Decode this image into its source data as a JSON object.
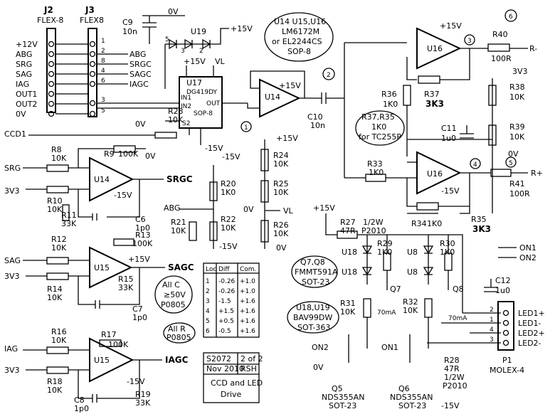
{
  "connectors": {
    "j2": "J2",
    "j2_type": "FLEX-8",
    "j3": "J3",
    "j3_type": "FLEX8",
    "j2_pins": [
      "+12V",
      "ABG",
      "SRG",
      "SAG",
      "IAG",
      "OUT1",
      "OUT2",
      "0V"
    ],
    "j3_pins": [
      "1",
      "2",
      "8",
      "4",
      "6",
      "3",
      "5"
    ],
    "j3_right": [
      "ABG",
      "SRGC",
      "SAGC",
      "IAGC"
    ],
    "molex_pins": [
      "2",
      "1",
      "4",
      "3"
    ],
    "molex_label": "P1",
    "molex_type": "MOLEX-4",
    "molex_nets": [
      "LED1+",
      "LED1-",
      "LED2+",
      "LED2-"
    ]
  },
  "notes": {
    "opamp_parts": [
      "U14 U15,U16",
      "LM6172M",
      "or EL2244CS",
      "SOP-8"
    ],
    "all_c": [
      "All C",
      "≥50V",
      "P0805"
    ],
    "all_r": [
      "All R",
      "P0805"
    ],
    "r37_note": [
      "R37,R35",
      "1K0",
      "for TC255P"
    ],
    "q_note": [
      "Q7,Q8",
      "FMMT591A",
      "SOT-23"
    ],
    "u18_note": [
      "U18,U19",
      "BAV99DW",
      "SOT-363"
    ]
  },
  "table": {
    "headers": [
      "Loc",
      "Diff",
      "Com."
    ],
    "rows": [
      [
        "1",
        "-0.26",
        "+1.0"
      ],
      [
        "2",
        "-0.26",
        "+1.0"
      ],
      [
        "3",
        "-1.5",
        "+1.6"
      ],
      [
        "4",
        "+1.5",
        "+1.6"
      ],
      [
        "5",
        "+0.5",
        "+1.6"
      ],
      [
        "6",
        "-0.5",
        "+1.6"
      ]
    ]
  },
  "title_block": {
    "drawing": "S2072",
    "sheet": "2 of 2",
    "date": "Nov 2010",
    "author": "RSH",
    "title1": "CCD and LED",
    "title2": "Drive"
  },
  "labels": {
    "c9": "C9",
    "c9v": "10n",
    "zero_v": "0V",
    "p15": "+15V",
    "m15": "-15V",
    "vl": "VL",
    "v33": "3V3",
    "u19": "U19",
    "u17": "U17",
    "u17_part": "DG419DY",
    "u17_pkg": "SOP-8",
    "in1": "IN1",
    "in2": "IN2",
    "out": "OUT",
    "s2": "S2",
    "u14": "U14",
    "u15": "U15",
    "u16": "U16",
    "c10": "C10",
    "c10v": "10n",
    "ccd1": "CCD1",
    "r23": "R23",
    "r23v": "10K",
    "srg": "SRG",
    "srgc": "SRGC",
    "sag": "SAG",
    "sagc": "SAGC",
    "iag": "IAG",
    "iagc": "IAGC",
    "abg": "ABG",
    "abg_bus": "ABG",
    "srgc_r": "SRGC",
    "sagc_r": "SAGC",
    "iagc_r": "IAGC",
    "r8": "R8",
    "r8v": "10K",
    "r9": "R9",
    "r9v": "100K",
    "r10": "R10",
    "r10v": "10K",
    "r11": "R11",
    "r11v": "33K",
    "c6": "C6",
    "c6v": "1p0",
    "r12": "R12",
    "r12v": "10K",
    "r13": "R13",
    "r13v": "100K",
    "r14": "R14",
    "r14v": "10K",
    "r15": "R15",
    "r15v": "33K",
    "c7": "C7",
    "c7v": "1p0",
    "r16": "R16",
    "r16v": "10K",
    "r17": "R17",
    "r17v": "100K",
    "r18": "R18",
    "r18v": "10K",
    "r19": "R19",
    "r19v": "33K",
    "c8": "C8",
    "c8v": "1p0",
    "r20": "R20",
    "r20v": "1K0",
    "r21": "R21",
    "r21v": "10K",
    "r22": "R22",
    "r22v": "10K",
    "r24": "R24",
    "r24v": "10K",
    "r25": "R25",
    "r25v": "10K",
    "r26": "R26",
    "r26v": "10K",
    "r36": "R36",
    "r36v": "1K0",
    "r37": "R37",
    "r37v": "3K3",
    "r38": "R38",
    "r38v": "10K",
    "r39": "R39",
    "r39v": "10K",
    "r40": "R40",
    "r40v": "100R",
    "r41": "R41",
    "r41v": "100R",
    "r33": "R33",
    "r33v": "1K0",
    "r34": "R34",
    "r34v": "1K0",
    "r35": "R35",
    "r35v": "3K3",
    "c11": "C11",
    "c11v": "1u0",
    "c12": "C12",
    "c12v": "1u0",
    "r_minus": "R-",
    "r_plus": "R+",
    "r27": "R27",
    "r27v": "47R",
    "r27p": "1/2W",
    "r27pkg": "P2010",
    "r28": "R28",
    "r28v": "47R",
    "r28p": "1/2W",
    "r28pkg": "P2010",
    "r29": "R29",
    "r29v": "1K0",
    "r30": "R30",
    "r30v": "1K0",
    "r31": "R31",
    "r31v": "10K",
    "r32": "R32",
    "r32v": "10K",
    "u18": "U18",
    "u8": "U8",
    "q7": "Q7",
    "q8": "Q8",
    "ma70": "70mA",
    "q5": "Q5",
    "q5p": "NDS355AN",
    "q5pkg": "SOT-23",
    "q6": "Q6",
    "q6p": "NDS355AN",
    "q6pkg": "SOT-23",
    "on1": "ON1",
    "on2": "ON2",
    "n1": "1",
    "n2": "2",
    "n3": "3",
    "n4": "4",
    "n5": "5",
    "n6": "6"
  }
}
